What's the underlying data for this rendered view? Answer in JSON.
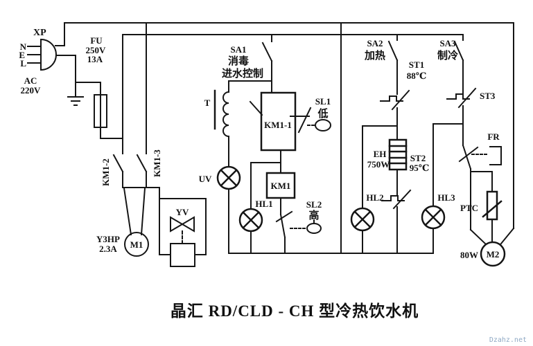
{
  "colors": {
    "line": "#151515",
    "background": "#ffffff",
    "watermark": "#8fa9c4"
  },
  "power": {
    "plug": "XP",
    "pin_n": "N",
    "pin_e": "E",
    "pin_l": "L",
    "ac_line1": "AC",
    "ac_line2": "220V",
    "fuse_name": "FU",
    "fuse_voltage": "250V",
    "fuse_current": "13A"
  },
  "pump_branch": {
    "contact_km1_2": "KM1-2",
    "contact_km1_3": "KM1-3",
    "motor1_rating1": "Y3HP",
    "motor1_rating2": "2.3A",
    "motor1": "M1",
    "valve": "YV"
  },
  "sterilize_branch": {
    "switch": "SA1",
    "note_line1": "消毒",
    "note_line2": "进水控制",
    "transformer": "T",
    "uv_lamp": "UV",
    "contact_km1_1": "KM1-1",
    "coil_km1": "KM1",
    "level_low": "SL1",
    "level_low_note": "低",
    "level_high": "SL2",
    "level_high_note": "高",
    "lamp_hl1": "HL1"
  },
  "heating_branch": {
    "switch": "SA2",
    "switch_note": "加热",
    "thermostat1": "ST1",
    "thermostat1_temp": "88℃",
    "heater": "EH",
    "heater_power": "750W",
    "thermostat2": "ST2",
    "thermostat2_temp": "95℃",
    "lamp_hl2": "HL2"
  },
  "cooling_branch": {
    "switch": "SA3",
    "switch_note": "制冷",
    "thermostat3": "ST3",
    "overload_relay": "FR",
    "ptc": "PTC",
    "lamp_hl3": "HL3",
    "motor2": "M2",
    "motor2_power": "80W"
  },
  "title": "晶汇 RD/CLD - CH 型冷热饮水机",
  "watermark": "Dzahz.net"
}
